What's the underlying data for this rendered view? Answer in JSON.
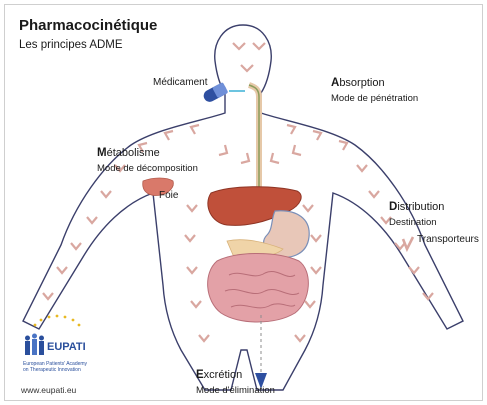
{
  "title": "Pharmacocinétique",
  "subtitle": "Les principes ADME",
  "labels": {
    "medicament": "Médicament",
    "foie": "Foie",
    "transporteurs": "Transporteurs"
  },
  "absorption": {
    "initial": "A",
    "rest": "bsorption",
    "desc": "Mode de pénétration"
  },
  "metabolisme": {
    "initial": "M",
    "rest": "étabolisme",
    "desc": "Mode de décomposition"
  },
  "distribution": {
    "initial": "D",
    "rest": "istribution",
    "desc": "Destination"
  },
  "excretion": {
    "initial": "E",
    "rest": "xcrétion",
    "desc": "Mode d'élimination"
  },
  "logo": {
    "name": "EUPATI",
    "sub1": "European Patients' Academy",
    "sub2": "on Therapeutic Innovation",
    "url": "www.eupati.eu"
  },
  "colors": {
    "body_outline": "#3b3f6b",
    "arrow": "#d9a7a0",
    "liver": "#c0503a",
    "stomach": "#e8c7b8",
    "intestine": "#e3a1a7",
    "pill": "#2e4fa0",
    "logo_stars": "#e8b923"
  }
}
